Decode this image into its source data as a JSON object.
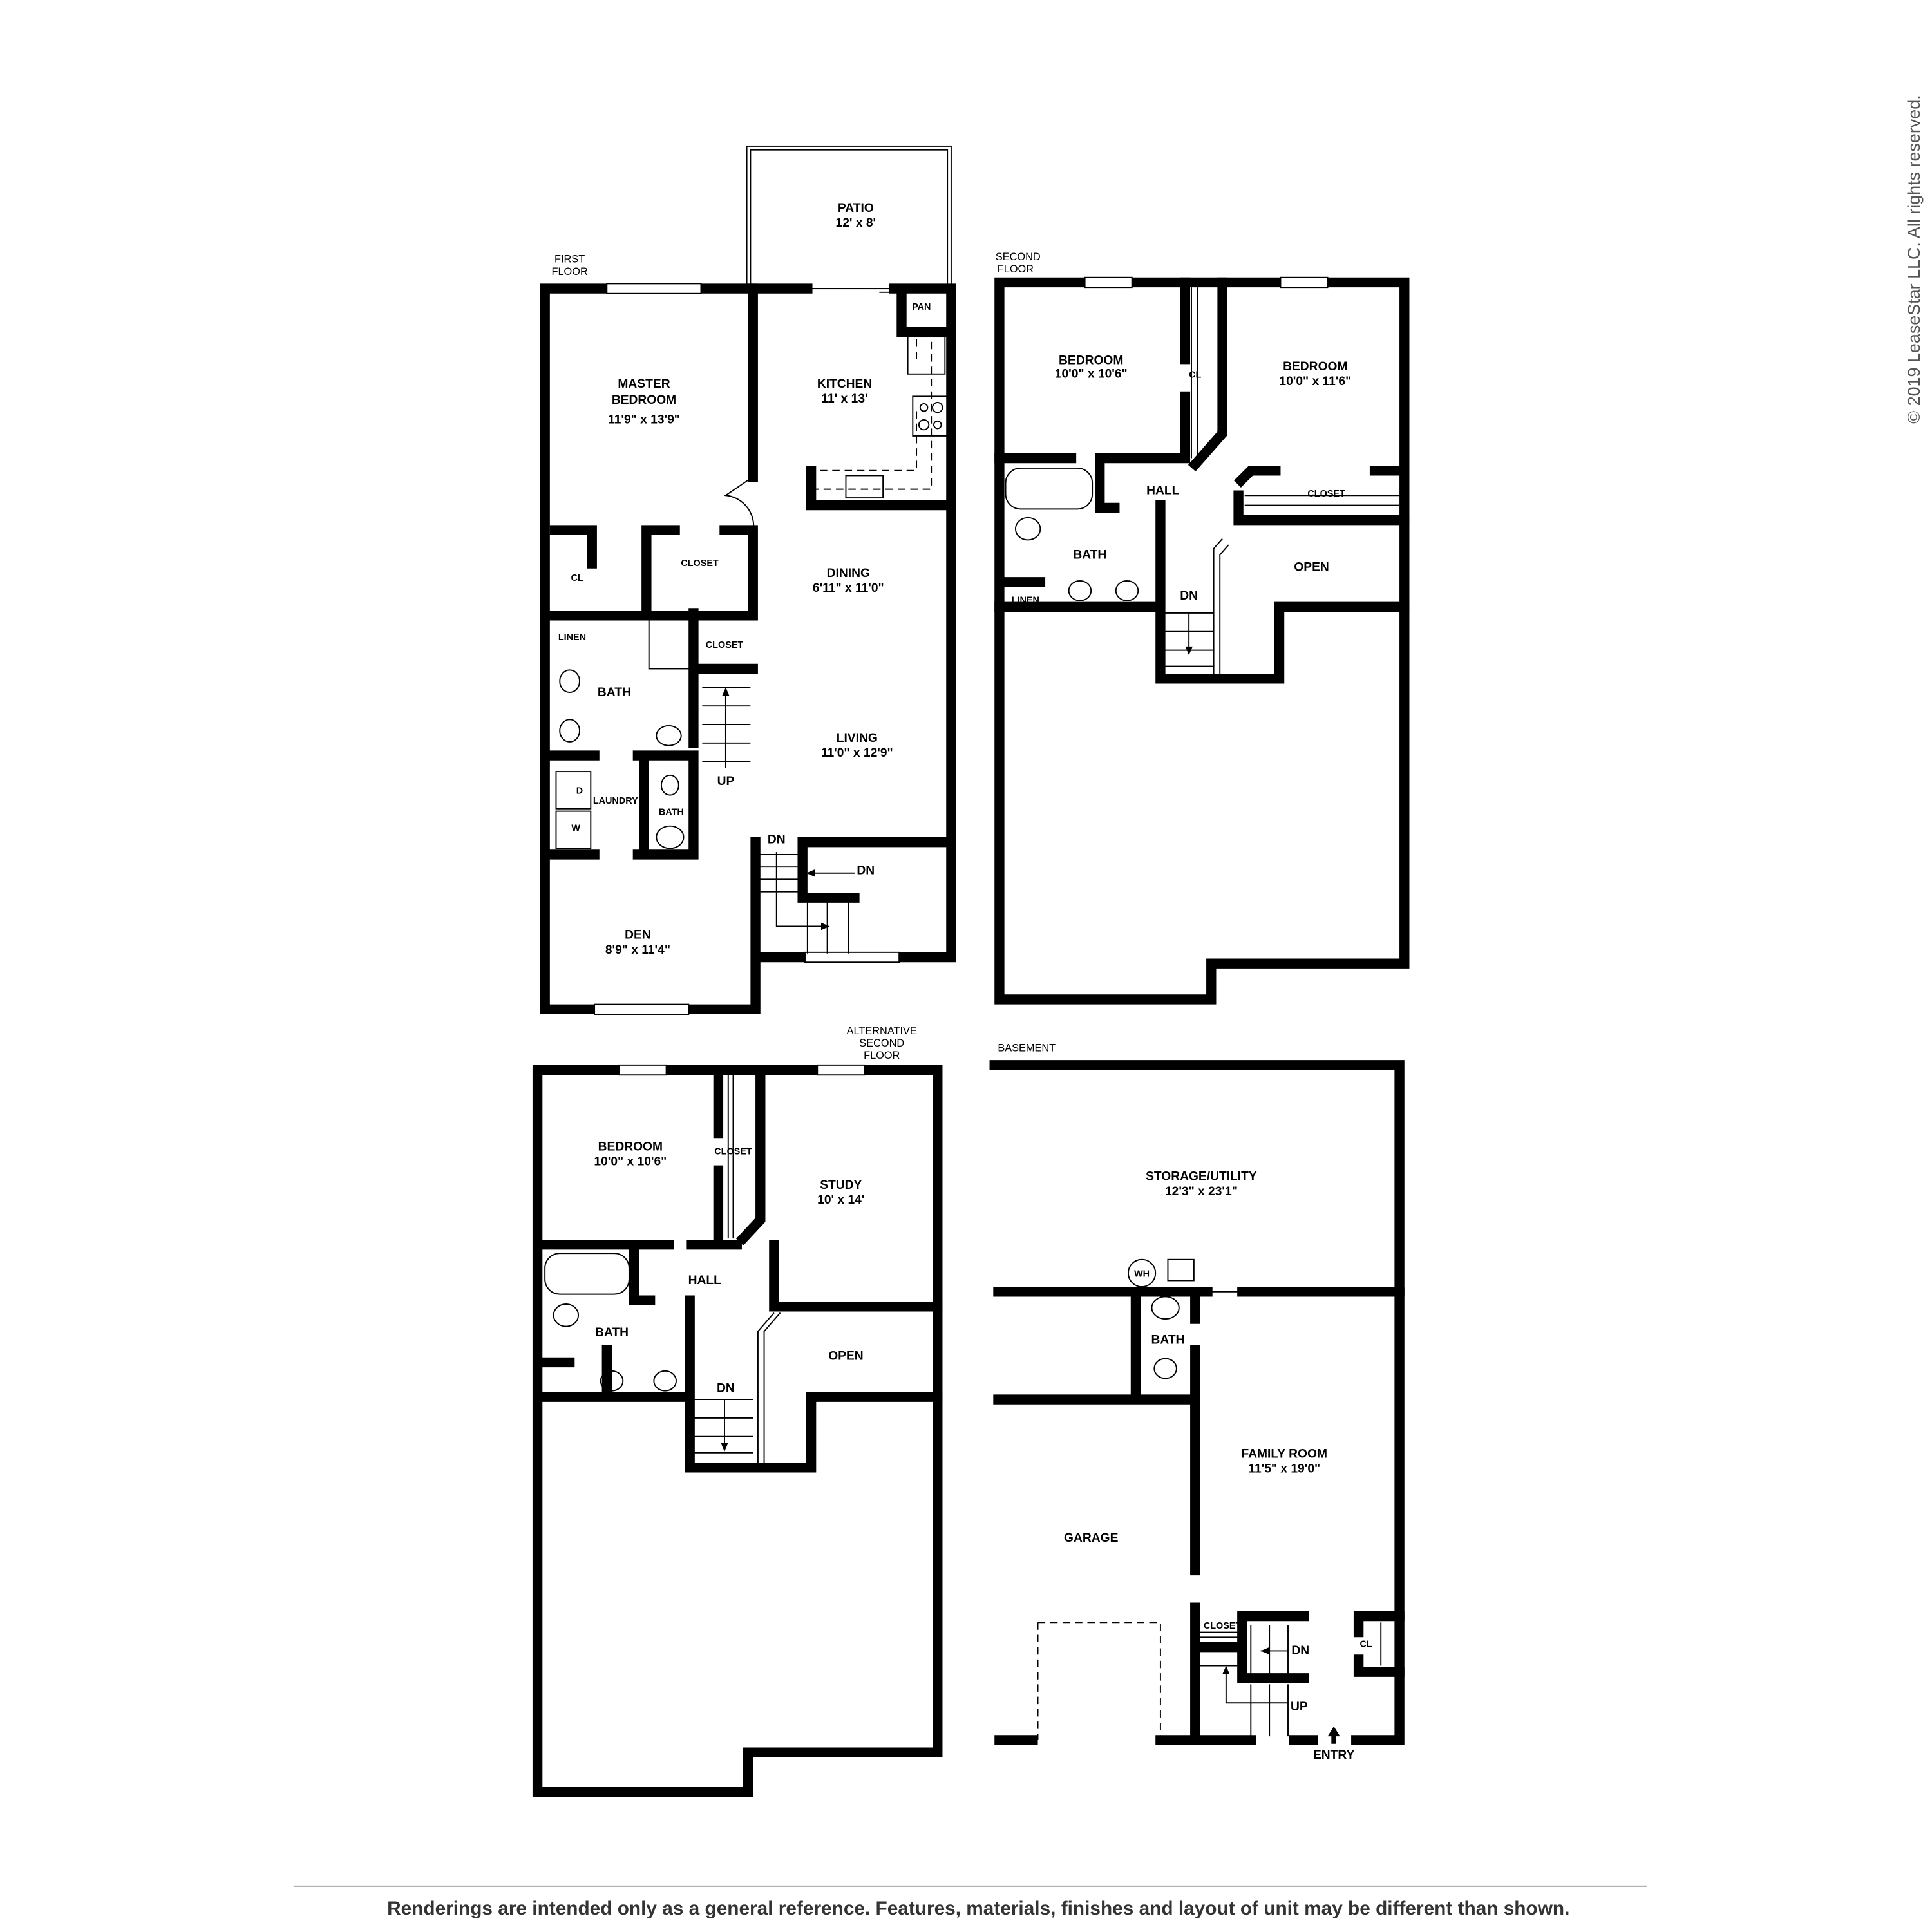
{
  "copyright": "© 2019 LeaseStar LLC. All rights reserved.",
  "disclaimer": "Renderings are intended only as a general reference. Features, materials, finishes and layout of unit may be different than shown.",
  "first_floor": {
    "title": [
      "FIRST",
      "FLOOR"
    ],
    "patio": {
      "name": "PATIO",
      "dims": "12' x 8'"
    },
    "master_bedroom": {
      "name": [
        "MASTER",
        "BEDROOM"
      ],
      "dims": "11'9\" x 13'9\""
    },
    "kitchen": {
      "name": "KITCHEN",
      "dims": "11' x 13'"
    },
    "pantry": "PAN",
    "closet": "CLOSET",
    "cl": "CL",
    "dining": {
      "name": "DINING",
      "dims": "6'11\" x 11'0\""
    },
    "linen": "LINEN",
    "closet2": "CLOSET",
    "bath": "BATH",
    "living": {
      "name": "LIVING",
      "dims": "11'0\" x 12'9\""
    },
    "up": "UP",
    "laundry": "LAUNDRY",
    "dryer": "D",
    "washer": "W",
    "half_bath": "BATH",
    "dn1": "DN",
    "dn2": "DN",
    "den": {
      "name": "DEN",
      "dims": "8'9\" x 11'4\""
    }
  },
  "second_floor": {
    "title": [
      "SECOND",
      "FLOOR"
    ],
    "bedroom1": {
      "name": "BEDROOM",
      "dims": "10'0\" x 10'6\""
    },
    "cl": "CL",
    "bedroom2": {
      "name": "BEDROOM",
      "dims": "10'0\" x 11'6\""
    },
    "hall": "HALL",
    "closet": "CLOSET",
    "bath": "BATH",
    "open": "OPEN",
    "linen": "LINEN",
    "dn": "DN"
  },
  "alt_second_floor": {
    "title": [
      "ALTERNATIVE",
      "SECOND",
      "FLOOR"
    ],
    "bedroom": {
      "name": "BEDROOM",
      "dims": "10'0\" x 10'6\""
    },
    "closet": "CLOSET",
    "study": {
      "name": "STUDY",
      "dims": "10' x 14'"
    },
    "hall": "HALL",
    "bath": "BATH",
    "open": "OPEN",
    "dn": "DN"
  },
  "basement": {
    "title": "BASEMENT",
    "storage": {
      "name": "STORAGE/UTILITY",
      "dims": "12'3\" x 23'1\""
    },
    "wh": "WH",
    "bath": "BATH",
    "family_room": {
      "name": "FAMILY ROOM",
      "dims": "11'5\" x 19'0\""
    },
    "garage": "GARAGE",
    "closet": "CLOSET",
    "dn": "DN",
    "cl": "CL",
    "up": "UP",
    "entry": "ENTRY"
  }
}
